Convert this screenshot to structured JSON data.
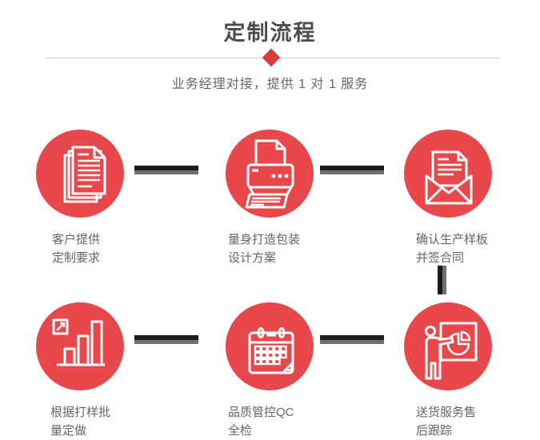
{
  "header": {
    "title": "定制流程",
    "subtitle": "业务经理对接，提供 1 对 1 服务"
  },
  "colors": {
    "circle_red": "#e8484b",
    "diamond_red": "#db3a3e",
    "title_gray": "#4d4d4d",
    "text_gray": "#666666",
    "connector_dark": "#1c1c1c",
    "connector_light": "#6f6f6f",
    "divider_line": "#cccccc"
  },
  "steps": [
    {
      "icon": "documents-icon",
      "label_line1": "客户提供",
      "label_line2": "定制要求"
    },
    {
      "icon": "printer-icon",
      "label_line1": "量身打造包装",
      "label_line2": "设计方案"
    },
    {
      "icon": "envelope-icon",
      "label_line1": "确认生产样板",
      "label_line2": "并签合同"
    },
    {
      "icon": "bar-chart-icon",
      "label_line1": "根据打样批",
      "label_line2": "量定做"
    },
    {
      "icon": "calendar-icon",
      "label_line1": "品质管控QC",
      "label_line2": "全检"
    },
    {
      "icon": "presentation-icon",
      "label_line1": "送货服务售",
      "label_line2": "后跟踪"
    }
  ]
}
